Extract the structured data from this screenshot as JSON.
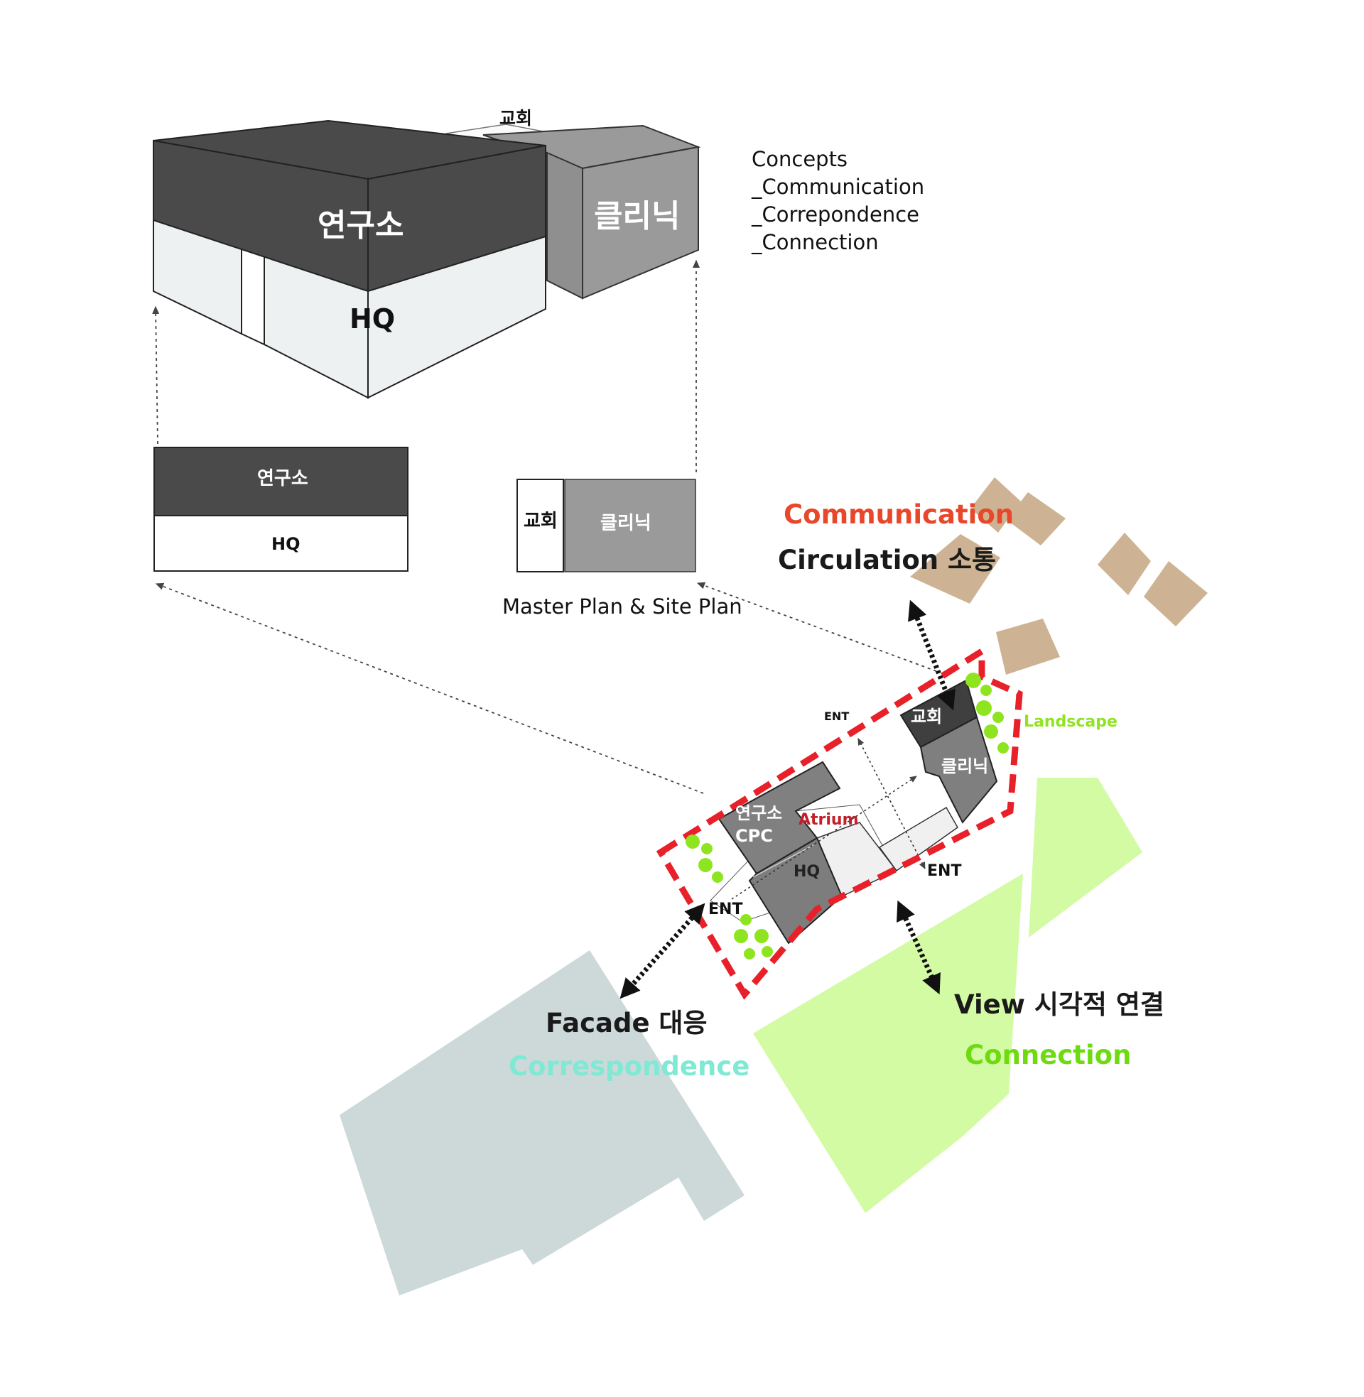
{
  "iso": {
    "research_label": "연구소",
    "hq_label": "HQ",
    "clinic_label": "클리닉",
    "church_label": "교회"
  },
  "concepts": {
    "title": "Concepts",
    "items": [
      "_Communication",
      "_Correpondence",
      "_Connection"
    ]
  },
  "plan": {
    "research_label": "연구소",
    "hq_label": "HQ",
    "church_label": "교회",
    "clinic_label": "클리닉",
    "caption": "Master Plan & Site Plan"
  },
  "site": {
    "church_label": "교회",
    "clinic_label": "클리닉",
    "research_label": "연구소",
    "cpc_label": "CPC",
    "hq_label": "HQ",
    "atrium_label": "Atrium",
    "ent_labels": [
      "ENT",
      "ENT",
      "ENT"
    ],
    "landscape_label": "Landscape"
  },
  "annotations": {
    "communication_en": "Communication",
    "circulation": "Circulation 소통",
    "facade": "Facade 대응",
    "correspondence_en": "Correspondence",
    "view": "View 시각적 연결",
    "connection_en": "Connection"
  },
  "colors": {
    "dark_gray": "#4a4a4a",
    "mid_gray": "#9a9a9a",
    "light_face": "#edf1f1",
    "neighbor_tan": "#cdb393",
    "slate_area": "#cdd8d8",
    "green_area": "#d3fba3",
    "boundary_red": "#e8202a",
    "tree_green": "#8ee51f",
    "communication_orange": "#e8472a",
    "correspondence_cyan": "#7fe9d4",
    "connection_green": "#6edb10",
    "atrium_red": "#c41e2a"
  }
}
